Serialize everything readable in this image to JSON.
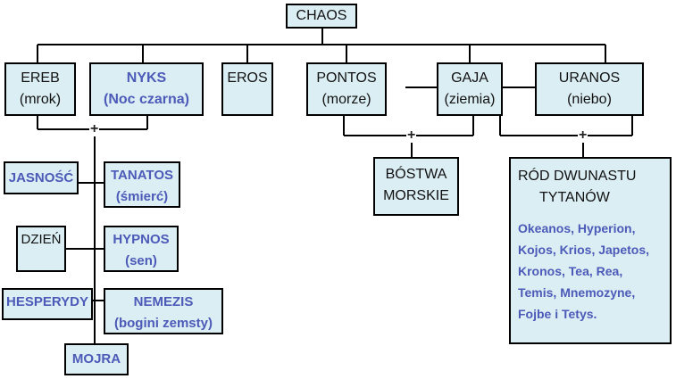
{
  "chaos": "CHAOS",
  "ereb": {
    "name": "EREB",
    "note": "(mrok)"
  },
  "nyks": {
    "name": "NYKS",
    "note": "(Noc czarna)"
  },
  "eros": "EROS",
  "pontos": {
    "name": "PONTOS",
    "note": "(morze)"
  },
  "gaja": {
    "name": "GAJA",
    "note": "(ziemia)"
  },
  "uranos": {
    "name": "URANOS",
    "note": "(niebo)"
  },
  "plus": "+",
  "jasnosc": "JASNOŚĆ",
  "tanatos": {
    "name": "TANATOS",
    "note": "(śmierć)"
  },
  "dzien": "DZIEŃ",
  "hypnos": {
    "name": "HYPNOS",
    "note": "(sen)"
  },
  "hesperydy": "HESPERYDY",
  "nemezis": {
    "name": "NEMEZIS",
    "note": "(bogini zemsty)"
  },
  "mojra": "MOJRA",
  "bostwa": {
    "line1": "BÓSTWA",
    "line2": "MORSKIE"
  },
  "tytani": {
    "line1": "RÓD DWUNASTU",
    "line2": "TYTANÓW",
    "names": [
      "Okeanos, Hyperion,",
      "Kojos, Krios, Japetos,",
      "Kronos, Tea, Rea,",
      "Temis, Mnemozyne,",
      "Fojbe i Tetys."
    ]
  },
  "colors": {
    "box_fill": "#dbeef4",
    "accent_text": "#4c5ab8"
  }
}
